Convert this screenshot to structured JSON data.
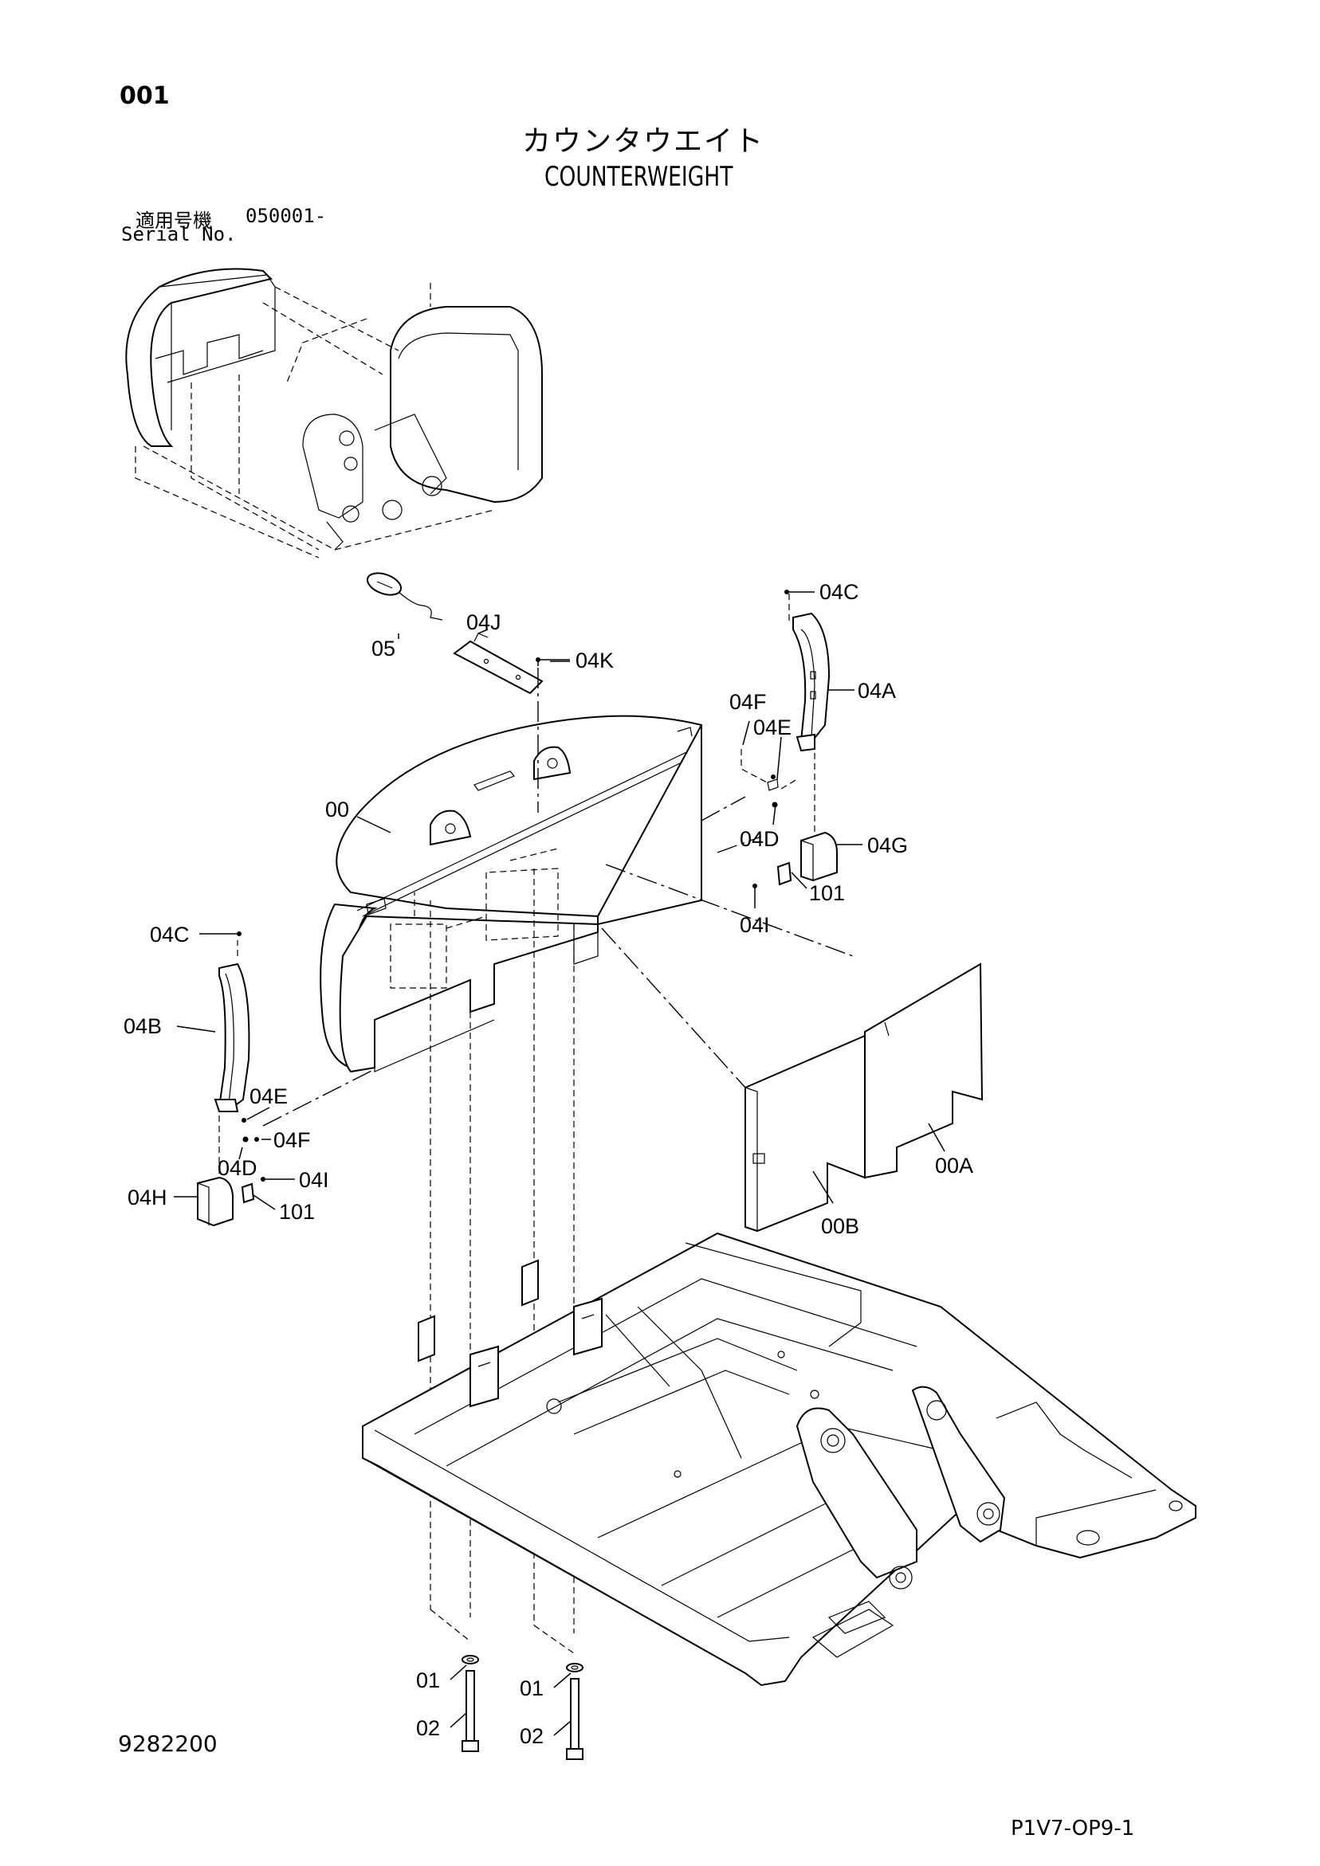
{
  "header": {
    "page_number": "001",
    "title_ja": "カウンタウエイト",
    "title_en": "COUNTERWEIGHT",
    "serial_label_ja": "適用号機",
    "serial_value": "050001-",
    "serial_label_en": "Serial No."
  },
  "callouts": {
    "c05": "05",
    "c04j": "04J",
    "c04k": "04K",
    "c04c_right": "04C",
    "c04a": "04A",
    "c04f_right": "04F",
    "c04e_right": "04E",
    "c04d_right": "04D",
    "c04g": "04G",
    "c101_right": "101",
    "c04i_right": "04I",
    "c00": "00",
    "c04c_left": "04C",
    "c04b": "04B",
    "c04e_left": "04E",
    "c04f_left": "04F",
    "c04d_left": "04D",
    "c04h": "04H",
    "c04i_left": "04I",
    "c101_left": "101",
    "c00a": "00A",
    "c00b": "00B",
    "c01_left": "01",
    "c02_left": "02",
    "c01_right": "01",
    "c02_right": "02"
  },
  "footer": {
    "drawing_number": "9282200",
    "sheet_code": "P1V7-OP9-1"
  }
}
